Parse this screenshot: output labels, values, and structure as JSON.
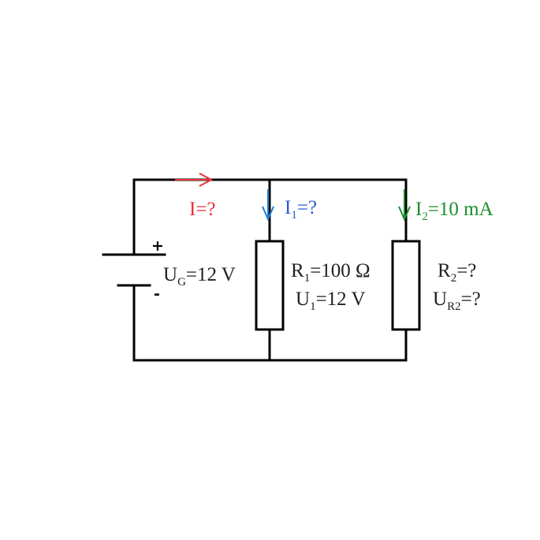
{
  "colors": {
    "wire": "#000000",
    "current_total": "#e8333a",
    "current_1": "#2a5bd7",
    "arrow_1": "#1f7fd4",
    "current_2": "#1a8f2a"
  },
  "labels": {
    "current_total": {
      "symbol": "I",
      "sub": "",
      "rest": "=?"
    },
    "current_1": {
      "symbol": "I",
      "sub": "1",
      "rest": "=?"
    },
    "current_2": {
      "symbol": "I",
      "sub": "2",
      "rest": "=10 mA"
    },
    "source_voltage": {
      "symbol": "U",
      "sub": "G",
      "rest": "=12 V"
    },
    "r1_resistance": {
      "symbol": "R",
      "sub": "1",
      "rest": "=100 Ω"
    },
    "r1_voltage": {
      "symbol": "U",
      "sub": "1",
      "rest": "=12 V"
    },
    "r2_resistance": {
      "symbol": "R",
      "sub": "2",
      "rest": "=?"
    },
    "r2_voltage": {
      "symbol": "U",
      "sub": "R2",
      "rest": "=?"
    }
  },
  "battery": {
    "plus": "+",
    "minus": "-"
  }
}
